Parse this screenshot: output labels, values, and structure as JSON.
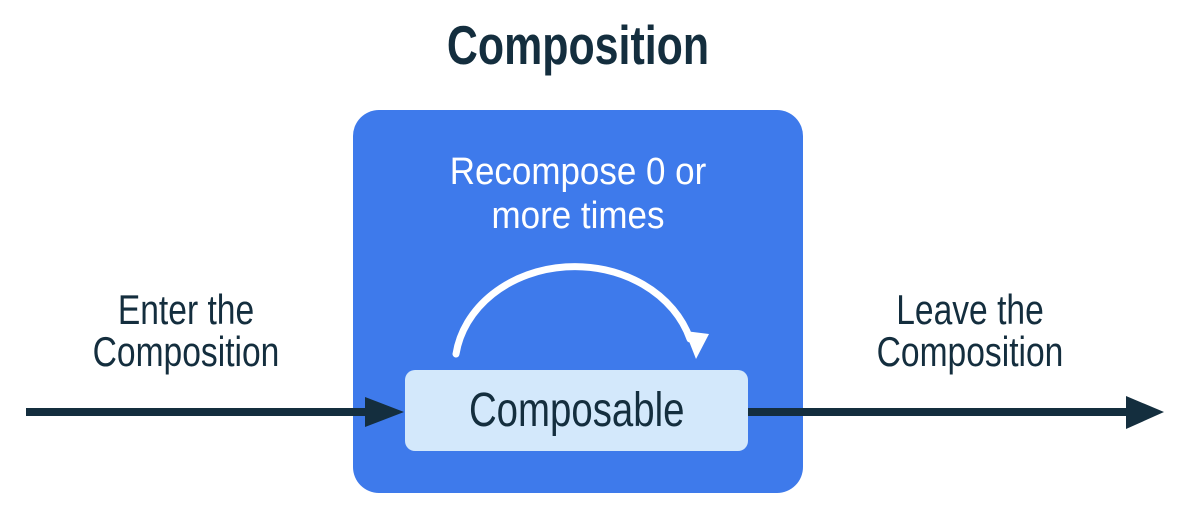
{
  "diagram": {
    "title": "Composition",
    "composition_box": {
      "recompose_label": {
        "line1": "Recompose 0 or",
        "line2": "more times"
      },
      "composable_label": "Composable"
    },
    "enter_label": {
      "line1": "Enter the",
      "line2": "Composition"
    },
    "leave_label": {
      "line1": "Leave the",
      "line2": "Composition"
    },
    "icons": {
      "enter_arrow": "right-arrow",
      "leave_arrow": "right-arrow",
      "recompose_arrow": "clockwise-arc-arrow"
    },
    "colors": {
      "background": "#ffffff",
      "navy": "#142e3e",
      "blue": "#3e7aeb",
      "light_blue": "#d3e8fb",
      "white": "#ffffff"
    }
  }
}
